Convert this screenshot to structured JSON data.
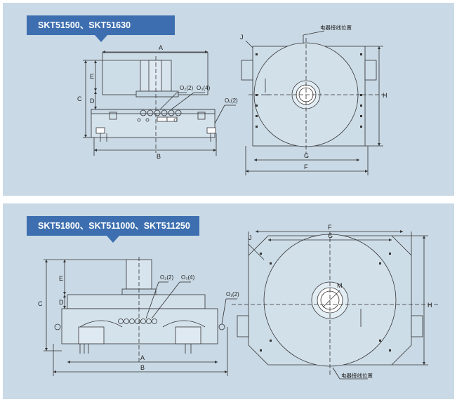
{
  "sections": [
    {
      "title": "SKT51500、SKT51630",
      "labels": {
        "A": "A",
        "B": "B",
        "C": "C",
        "D": "D",
        "E": "E",
        "F": "F",
        "G": "G",
        "H": "H",
        "J": "J",
        "O2": "O₂(2)",
        "O3": "O₃(4)",
        "O1": "O₁(2)",
        "wiring": "电器接线位置"
      }
    },
    {
      "title": "SKT51800、SKT511000、SKT511250",
      "labels": {
        "A": "A",
        "B": "B",
        "C": "C",
        "D": "D",
        "E": "E",
        "F": "F",
        "G": "G",
        "H": "H",
        "J": "J",
        "M": "M",
        "O2": "O₂(2)",
        "O3": "O₃(4)",
        "O1": "O₁(2)",
        "wiring": "电器接线位置"
      }
    }
  ]
}
